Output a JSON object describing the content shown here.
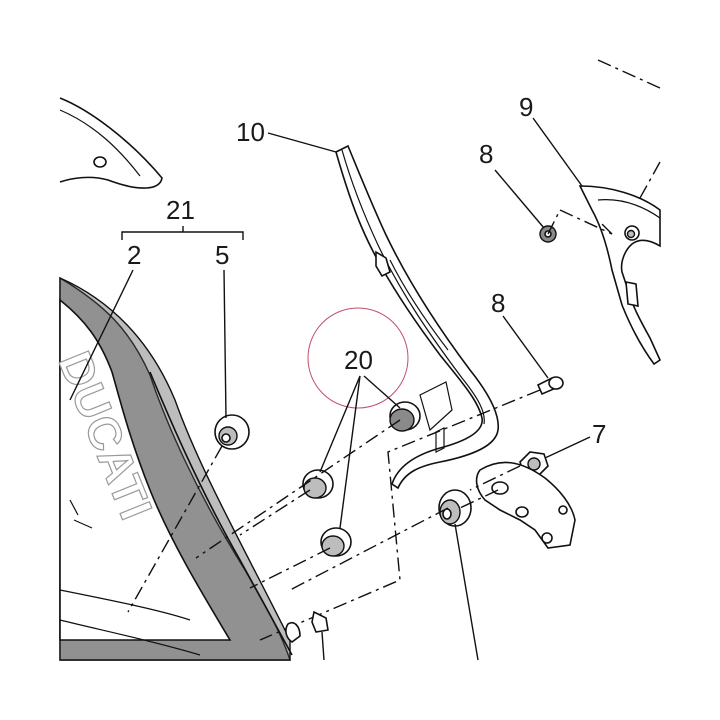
{
  "diagram": {
    "callouts": {
      "c21": "21",
      "c2": "2",
      "c5": "5",
      "c10": "10",
      "c9": "9",
      "c8a": "8",
      "c8b": "8",
      "c20": "20",
      "c7": "7"
    },
    "brand_text": "DUCATI",
    "colors": {
      "line": "#111111",
      "panel_grey": "#8a8a8a",
      "highlight_circle": "#c0506a"
    }
  }
}
